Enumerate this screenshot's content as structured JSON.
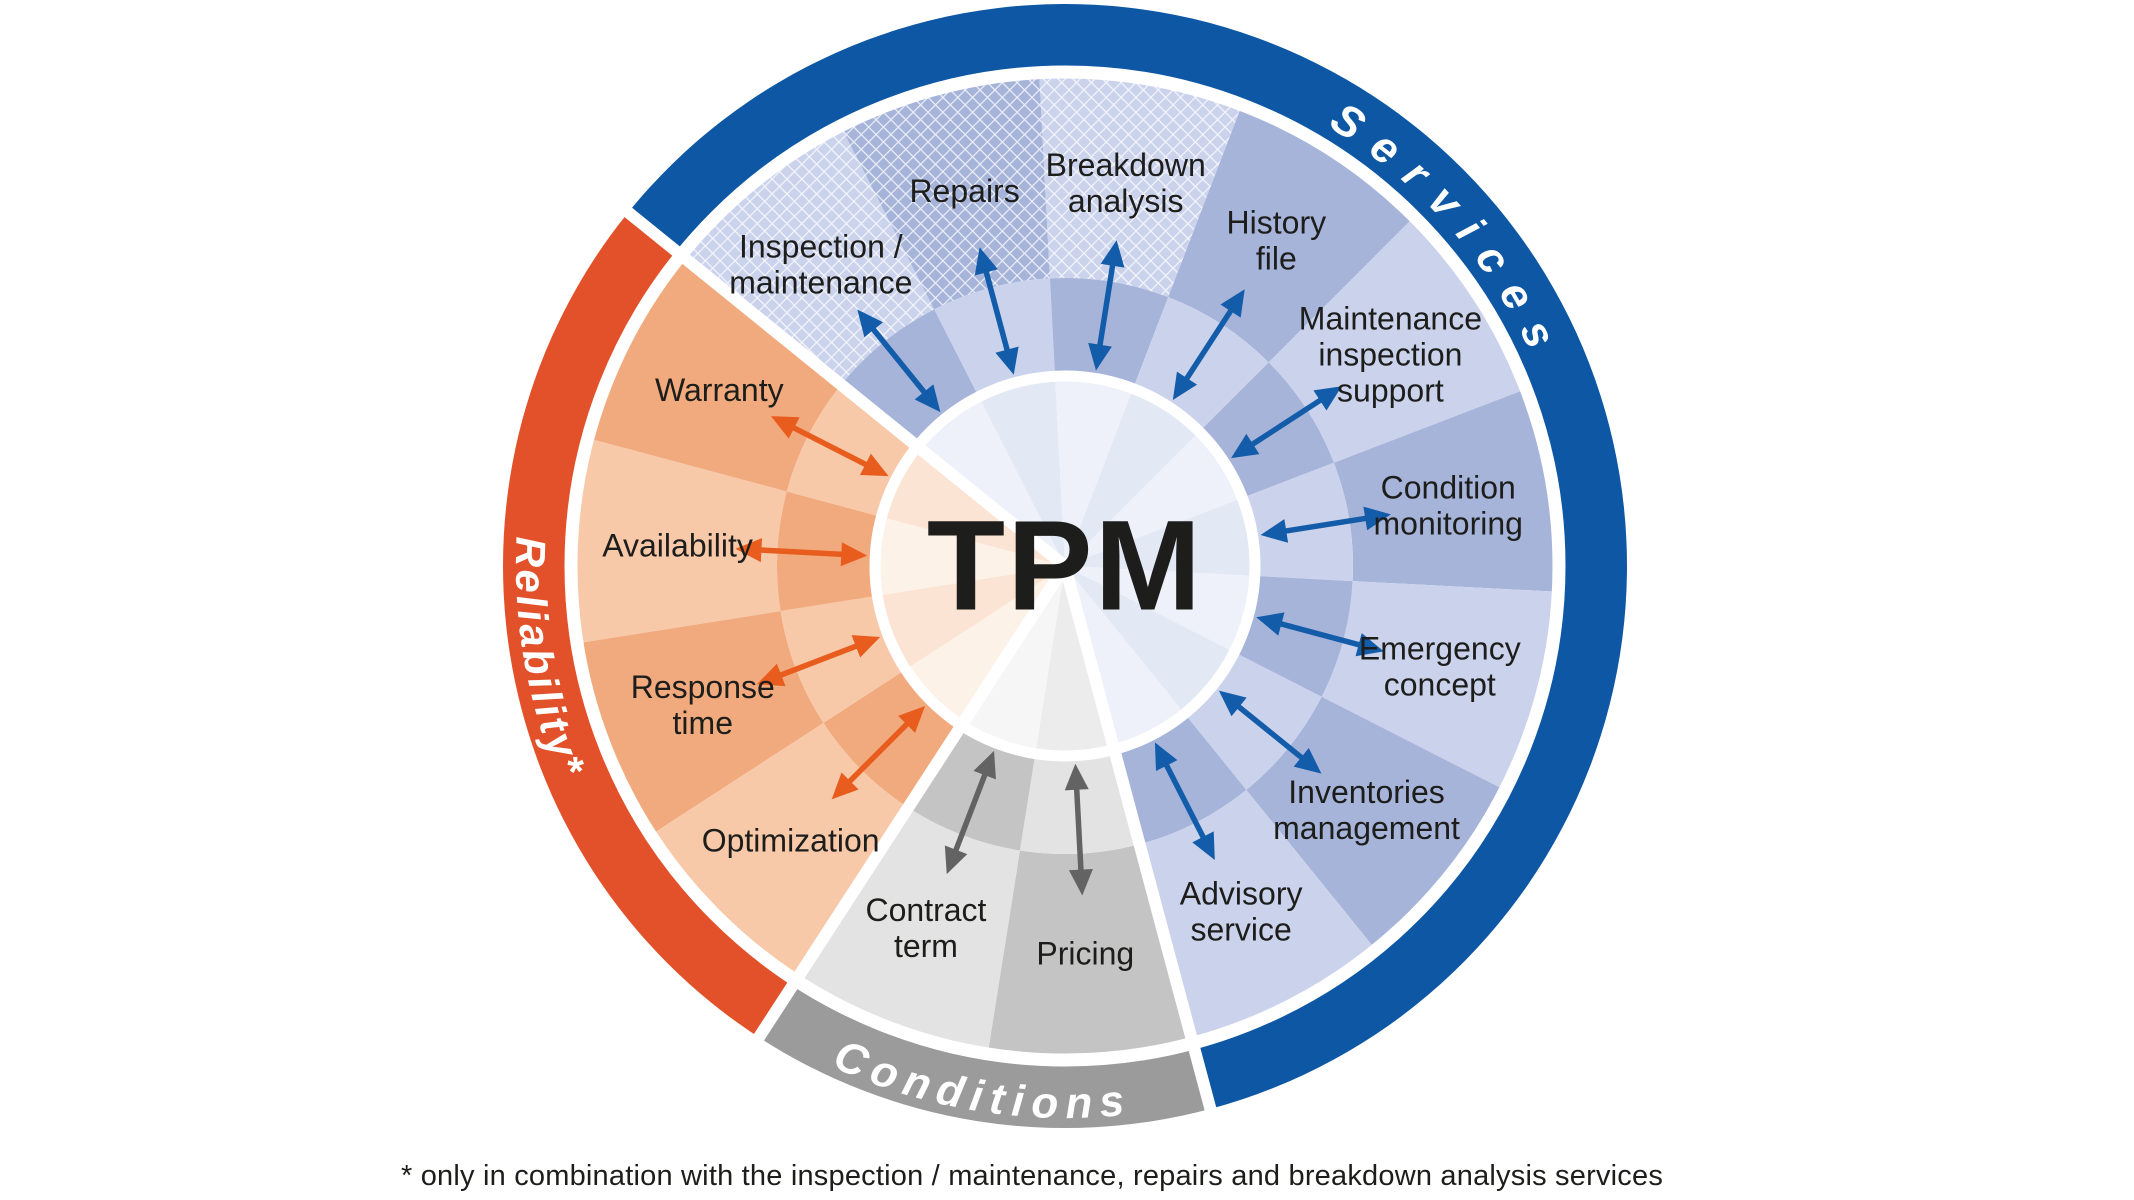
{
  "center": {
    "label": "TPM"
  },
  "footnote": "* only in combination with the inspection / maintenance, repairs and breakdown analysis services",
  "colors": {
    "background": "#ffffff",
    "separator": "#ffffff",
    "label_text": "#1d1d1b",
    "center_text": "#1d1d1b",
    "ring_title_text": "#ffffff",
    "hatch_line": "#ffffff"
  },
  "groups": {
    "services": {
      "title": "Services",
      "ring": "#0d57a4",
      "arrow": "#135ca9",
      "segDark": "#a6b4da",
      "segLight": "#cbd3ec",
      "centerDark": "#e3e8f5",
      "centerLight": "#eef1f9"
    },
    "conditions": {
      "title": "Conditions",
      "ring": "#9b9b9b",
      "arrow": "#636363",
      "segDark": "#c4c4c4",
      "segLight": "#e3e3e3",
      "centerDark": "#ececec",
      "centerLight": "#f6f6f6"
    },
    "reliability": {
      "title": "Reliability*",
      "ring": "#e2512a",
      "arrow": "#e85c1e",
      "segDark": "#f1aa7d",
      "segLight": "#f8c9a9",
      "centerDark": "#fbe4d3",
      "centerLight": "#fdf2e8"
    }
  },
  "segments": [
    {
      "name": "inspection-maintenance",
      "group": "services",
      "shade": "light",
      "hatch": true,
      "lines": [
        "Inspection /",
        "maintenance"
      ]
    },
    {
      "name": "repairs",
      "group": "services",
      "shade": "dark",
      "hatch": true,
      "lines": [
        "Repairs"
      ]
    },
    {
      "name": "breakdown-analysis",
      "group": "services",
      "shade": "light",
      "hatch": true,
      "lines": [
        "Breakdown",
        "analysis"
      ]
    },
    {
      "name": "history-file",
      "group": "services",
      "shade": "dark",
      "hatch": false,
      "lines": [
        "History",
        "file"
      ]
    },
    {
      "name": "maintenance-inspection-support",
      "group": "services",
      "shade": "light",
      "hatch": false,
      "lines": [
        "Maintenance",
        "inspection",
        "support"
      ]
    },
    {
      "name": "condition-monitoring",
      "group": "services",
      "shade": "dark",
      "hatch": false,
      "lines": [
        "Condition",
        "monitoring"
      ]
    },
    {
      "name": "emergency-concept",
      "group": "services",
      "shade": "light",
      "hatch": false,
      "lines": [
        "Emergency",
        "concept"
      ]
    },
    {
      "name": "inventories-management",
      "group": "services",
      "shade": "dark",
      "hatch": false,
      "lines": [
        "Inventories",
        "management"
      ]
    },
    {
      "name": "advisory-service",
      "group": "services",
      "shade": "light",
      "hatch": false,
      "lines": [
        "Advisory",
        "service"
      ]
    },
    {
      "name": "pricing",
      "group": "conditions",
      "shade": "dark",
      "hatch": false,
      "lines": [
        "Pricing"
      ]
    },
    {
      "name": "contract-term",
      "group": "conditions",
      "shade": "light",
      "hatch": false,
      "lines": [
        "Contract",
        "term"
      ]
    },
    {
      "name": "optimization",
      "group": "reliability",
      "shade": "light",
      "hatch": false,
      "lines": [
        "Optimization"
      ]
    },
    {
      "name": "response-time",
      "group": "reliability",
      "shade": "dark",
      "hatch": false,
      "lines": [
        "Response",
        "time"
      ]
    },
    {
      "name": "availability",
      "group": "reliability",
      "shade": "light",
      "hatch": false,
      "lines": [
        "Availability"
      ]
    },
    {
      "name": "warranty",
      "group": "reliability",
      "shade": "dark",
      "hatch": false,
      "lines": [
        "Warranty"
      ]
    }
  ]
}
